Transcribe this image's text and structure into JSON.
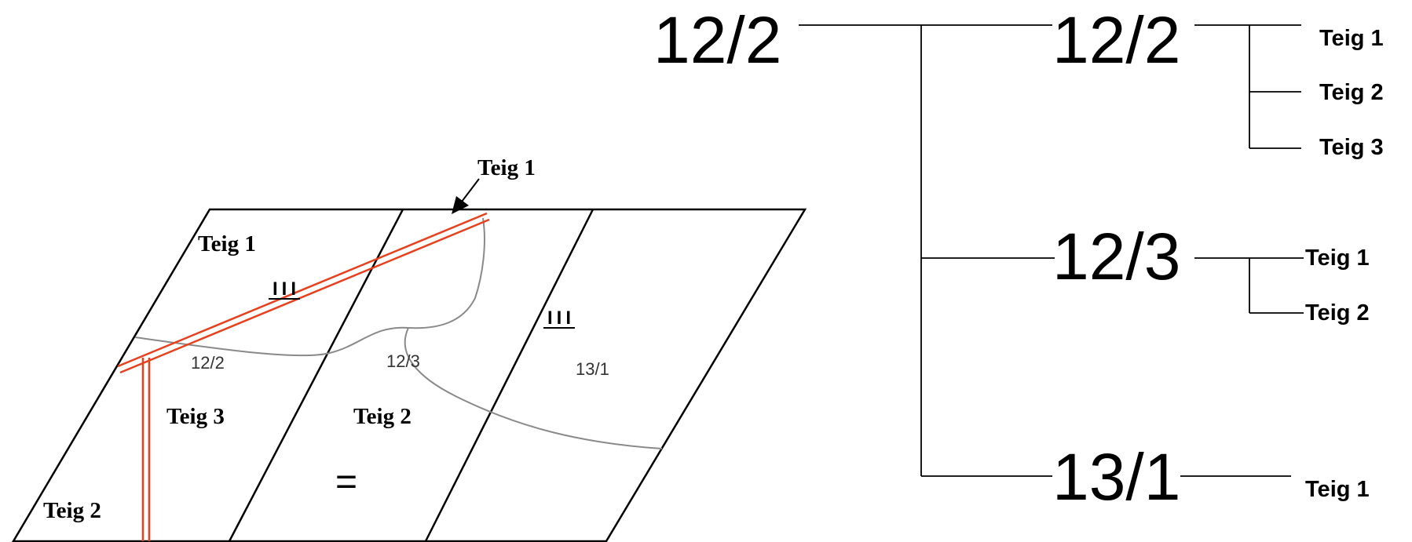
{
  "map": {
    "pointer_label": "Teig 1",
    "labels": [
      {
        "key": "teig1-top-left",
        "text": "Teig 1"
      },
      {
        "key": "teig3",
        "text": "Teig 3"
      },
      {
        "key": "teig2-middle",
        "text": "Teig 2"
      },
      {
        "key": "teig2-bottom-left",
        "text": "Teig 2"
      }
    ],
    "parcel_numbers": [
      "12/2",
      "12/3",
      "13/1"
    ],
    "symbols": {
      "roman": "III",
      "equals": "="
    },
    "colors": {
      "road": "#e8401c",
      "boundary": "#000000",
      "curve": "#8a8a8a"
    }
  },
  "tree": {
    "root": "12/2",
    "children": [
      {
        "name": "12/2",
        "teiger": [
          "Teig 1",
          "Teig 2",
          "Teig 3"
        ]
      },
      {
        "name": "12/3",
        "teiger": [
          "Teig 1",
          "Teig 2"
        ]
      },
      {
        "name": "13/1",
        "teiger": [
          "Teig 1"
        ]
      }
    ]
  }
}
